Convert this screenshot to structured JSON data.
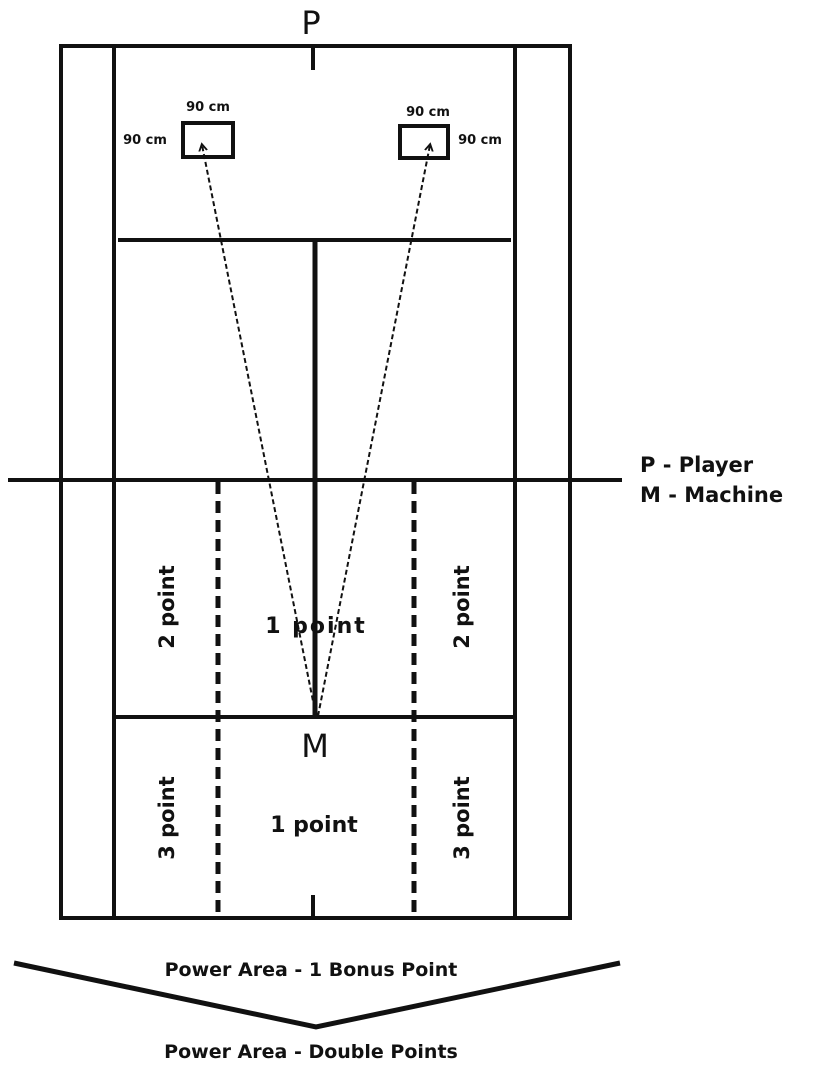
{
  "labels": {
    "player_marker": "P",
    "machine_marker": "M",
    "legend_player": "P - Player",
    "legend_machine": "M - Machine",
    "box_left_top": "90 cm",
    "box_left_side": "90 cm",
    "box_right_top": "90 cm",
    "box_right_side": "90 cm",
    "zone_left_upper": "2 point",
    "zone_center_upper": "1 point",
    "zone_right_upper": "2 point",
    "zone_left_lower": "3 point",
    "zone_center_lower": "1 point",
    "zone_right_lower": "3 point",
    "power_area_bonus": "Power Area - 1 Bonus Point",
    "power_area_double": "Power Area - Double Points"
  },
  "colors": {
    "line": "#111111",
    "background": "#ffffff"
  }
}
